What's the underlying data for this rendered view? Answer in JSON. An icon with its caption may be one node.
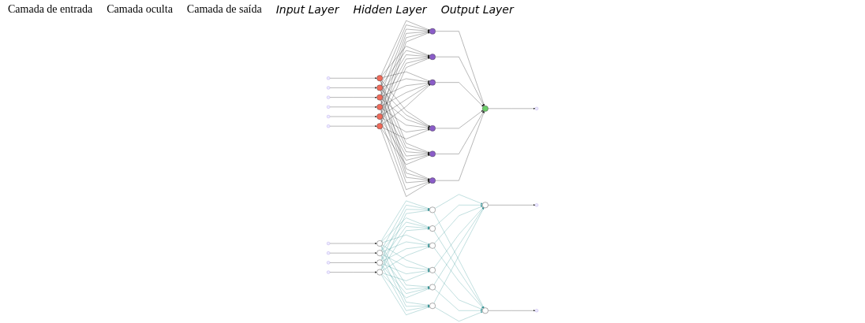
{
  "diagram": {
    "nodes": [
      {
        "text": [],
        "shape": "circle"
      },
      {
        "text": [],
        "shape": "circle"
      },
      {
        "text": [],
        "shape": "circle"
      },
      {
        "text": [],
        "shape": "circle"
      },
      {
        "text": [],
        "shape": "circle"
      },
      {
        "text": [],
        "shape": "circle"
      },
      {
        "text": [],
        "shape": "circle"
      },
      {
        "text": [],
        "shape": "circle"
      },
      {
        "text": [],
        "shape": "circle"
      },
      {
        "text": [],
        "shape": "circle"
      },
      {
        "text": [],
        "shape": "circle"
      },
      {
        "text": [],
        "shape": "circle"
      },
      {
        "text": [],
        "shape": "circle"
      },
      {
        "text": [],
        "shape": "circle"
      },
      {
        "text": [],
        "shape": "circle"
      },
      {
        "text": [],
        "shape": "circle"
      },
      {
        "text": [],
        "shape": "circle"
      },
      {
        "text": [],
        "shape": "circle"
      },
      {
        "text": [],
        "shape": "circle"
      },
      {
        "text": [],
        "shape": "circle"
      },
      {
        "text": [],
        "shape": "circle"
      },
      {
        "text": [],
        "shape": "circle"
      },
      {
        "text": [],
        "shape": "circle"
      },
      {
        "text": [],
        "shape": "circle"
      },
      {
        "text": [],
        "shape": "circle"
      }
    ],
    "edges": [
      {
        "from": null,
        "to": 0,
        "arrow": "to"
      },
      {
        "from": null,
        "to": 1,
        "arrow": "to"
      },
      {
        "from": null,
        "to": 2,
        "arrow": "to"
      },
      {
        "from": null,
        "to": 3,
        "arrow": "to"
      },
      {
        "from": null,
        "to": 4,
        "arrow": "to"
      },
      {
        "from": null,
        "to": 5,
        "arrow": "to"
      },
      {
        "from": 0,
        "to": 6,
        "arrow": "to"
      },
      {
        "from": 0,
        "to": 7,
        "arrow": "to"
      },
      {
        "from": 0,
        "to": 8,
        "arrow": "to"
      },
      {
        "from": 0,
        "to": 9,
        "arrow": "to"
      },
      {
        "from": 0,
        "to": 10,
        "arrow": "to"
      },
      {
        "from": 0,
        "to": 11,
        "arrow": "to"
      },
      {
        "from": 1,
        "to": 6,
        "arrow": "to"
      },
      {
        "from": 1,
        "to": 7,
        "arrow": "to"
      },
      {
        "from": 1,
        "to": 8,
        "arrow": "to"
      },
      {
        "from": 1,
        "to": 9,
        "arrow": "to"
      },
      {
        "from": 1,
        "to": 10,
        "arrow": "to"
      },
      {
        "from": 1,
        "to": 11,
        "arrow": "to"
      },
      {
        "from": 2,
        "to": 6,
        "arrow": "to"
      },
      {
        "from": 2,
        "to": 7,
        "arrow": "to"
      },
      {
        "from": 2,
        "to": 8,
        "arrow": "to"
      },
      {
        "from": 2,
        "to": 9,
        "arrow": "to"
      },
      {
        "from": 2,
        "to": 10,
        "arrow": "to"
      },
      {
        "from": 2,
        "to": 11,
        "arrow": "to"
      },
      {
        "from": 3,
        "to": 6,
        "arrow": "to"
      },
      {
        "from": 3,
        "to": 7,
        "arrow": "to"
      },
      {
        "from": 3,
        "to": 8,
        "arrow": "to"
      },
      {
        "from": 3,
        "to": 9,
        "arrow": "to"
      },
      {
        "from": 3,
        "to": 10,
        "arrow": "to"
      },
      {
        "from": 3,
        "to": 11,
        "arrow": "to"
      },
      {
        "from": 4,
        "to": 6,
        "arrow": "to"
      },
      {
        "from": 4,
        "to": 7,
        "arrow": "to"
      },
      {
        "from": 4,
        "to": 8,
        "arrow": "to"
      },
      {
        "from": 4,
        "to": 9,
        "arrow": "to"
      },
      {
        "from": 4,
        "to": 10,
        "arrow": "to"
      },
      {
        "from": 4,
        "to": 11,
        "arrow": "to"
      },
      {
        "from": 5,
        "to": 6,
        "arrow": "to"
      },
      {
        "from": 5,
        "to": 7,
        "arrow": "to"
      },
      {
        "from": 5,
        "to": 8,
        "arrow": "to"
      },
      {
        "from": 5,
        "to": 9,
        "arrow": "to"
      },
      {
        "from": 5,
        "to": 10,
        "arrow": "to"
      },
      {
        "from": 5,
        "to": 11,
        "arrow": "to"
      },
      {
        "from": 6,
        "to": 12,
        "arrow": "to"
      },
      {
        "from": 7,
        "to": 12,
        "arrow": "to"
      },
      {
        "from": 8,
        "to": 12,
        "arrow": "to"
      },
      {
        "from": 9,
        "to": 12,
        "arrow": "to"
      },
      {
        "from": 10,
        "to": 12,
        "arrow": "to"
      },
      {
        "from": 11,
        "to": 12,
        "arrow": "to"
      },
      {
        "from": 12,
        "to": null,
        "arrow": "to"
      },
      {
        "from": null,
        "to": 13,
        "arrow": "to"
      },
      {
        "from": null,
        "to": 14,
        "arrow": "to"
      },
      {
        "from": null,
        "to": 15,
        "arrow": "to"
      },
      {
        "from": null,
        "to": 16,
        "arrow": "to"
      },
      {
        "from": 13,
        "to": 17,
        "arrow": "to",
        "color": "#3f9a9c"
      },
      {
        "from": 13,
        "to": 18,
        "arrow": "to",
        "color": "#3f9a9c"
      },
      {
        "from": 13,
        "to": 19,
        "arrow": "to",
        "color": "#3f9a9c"
      },
      {
        "from": 13,
        "to": 20,
        "arrow": "to",
        "color": "#3f9a9c"
      },
      {
        "from": 13,
        "to": 21,
        "arrow": "to",
        "color": "#3f9a9c"
      },
      {
        "from": 13,
        "to": 22,
        "arrow": "to",
        "color": "#3f9a9c"
      },
      {
        "from": 14,
        "to": 17,
        "arrow": "to",
        "color": "#3f9a9c"
      },
      {
        "from": 14,
        "to": 18,
        "arrow": "to",
        "color": "#3f9a9c"
      },
      {
        "from": 14,
        "to": 19,
        "arrow": "to",
        "color": "#3f9a9c"
      },
      {
        "from": 14,
        "to": 20,
        "arrow": "to",
        "color": "#3f9a9c"
      },
      {
        "from": 14,
        "to": 21,
        "arrow": "to",
        "color": "#3f9a9c"
      },
      {
        "from": 14,
        "to": 22,
        "arrow": "to",
        "color": "#3f9a9c"
      },
      {
        "from": 15,
        "to": 17,
        "arrow": "to",
        "color": "#3f9a9c"
      },
      {
        "from": 15,
        "to": 18,
        "arrow": "to",
        "color": "#3f9a9c"
      },
      {
        "from": 15,
        "to": 19,
        "arrow": "to",
        "color": "#3f9a9c"
      },
      {
        "from": 15,
        "to": 20,
        "arrow": "to",
        "color": "#3f9a9c"
      },
      {
        "from": 15,
        "to": 21,
        "arrow": "to",
        "color": "#3f9a9c"
      },
      {
        "from": 15,
        "to": 22,
        "arrow": "to",
        "color": "#3f9a9c"
      },
      {
        "from": 16,
        "to": 17,
        "arrow": "to",
        "color": "#3f9a9c"
      },
      {
        "from": 16,
        "to": 18,
        "arrow": "to",
        "color": "#3f9a9c"
      },
      {
        "from": 16,
        "to": 19,
        "arrow": "to",
        "color": "#3f9a9c"
      },
      {
        "from": 16,
        "to": 20,
        "arrow": "to",
        "color": "#3f9a9c"
      },
      {
        "from": 16,
        "to": 21,
        "arrow": "to",
        "color": "#3f9a9c"
      },
      {
        "from": 16,
        "to": 22,
        "arrow": "to",
        "color": "#3f9a9c"
      },
      {
        "from": 17,
        "to": 23,
        "arrow": "to",
        "color": "#3f9a9c"
      },
      {
        "from": 17,
        "to": 24,
        "arrow": "to",
        "color": "#3f9a9c"
      },
      {
        "from": 18,
        "to": 23,
        "arrow": "to",
        "color": "#3f9a9c"
      },
      {
        "from": 18,
        "to": 24,
        "arrow": "to",
        "color": "#3f9a9c"
      },
      {
        "from": 19,
        "to": 23,
        "arrow": "to",
        "color": "#3f9a9c"
      },
      {
        "from": 19,
        "to": 24,
        "arrow": "to",
        "color": "#3f9a9c"
      },
      {
        "from": 20,
        "to": 23,
        "arrow": "to",
        "color": "#3f9a9c"
      },
      {
        "from": 20,
        "to": 24,
        "arrow": "to",
        "color": "#3f9a9c"
      },
      {
        "from": 21,
        "to": 23,
        "arrow": "to",
        "color": "#3f9a9c"
      },
      {
        "from": 21,
        "to": 24,
        "arrow": "to",
        "color": "#3f9a9c"
      },
      {
        "from": 22,
        "to": 23,
        "arrow": "to",
        "color": "#3f9a9c"
      },
      {
        "from": 22,
        "to": 24,
        "arrow": "to",
        "color": "#3f9a9c"
      },
      {
        "from": 23,
        "to": null,
        "arrow": "to"
      },
      {
        "from": 24,
        "to": null,
        "arrow": "to"
      }
    ],
    "labels": [
      "Camada de entrada",
      "Camada oculta",
      "Camada de saída",
      "Input Layer",
      "Hidden Layer",
      "Output Layer"
    ]
  }
}
